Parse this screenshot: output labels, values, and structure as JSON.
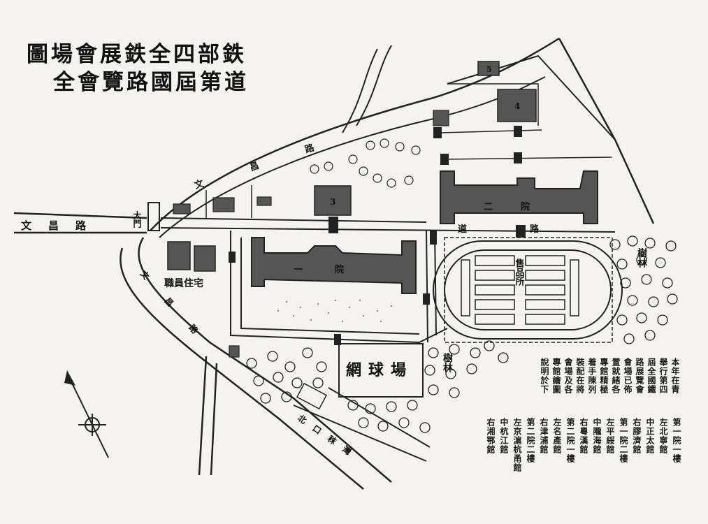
{
  "title": {
    "line1": "圖場會展鉄全四部鉄",
    "line2": "全會覽路國屆第道"
  },
  "labels": {
    "main_gate": "大門",
    "staff_dorm": "職員住宅",
    "tennis_court": "網球場",
    "sales_office": "售品所",
    "grove_right": "樹林",
    "grove_bottom": "樹林",
    "road_top": "文昌路",
    "road_left": "文昌路",
    "road_middle": "道路",
    "road_bottom_left": "文昌路",
    "lane_bottom": "北口秣灣",
    "hall_2": "二院",
    "hall_1": "一院",
    "building_3": "3",
    "building_4": "4",
    "building_5": "5"
  },
  "legend": {
    "intro_columns": [
      "本年在青",
      "舉行第四",
      "屆全國鐵",
      "路展覽會",
      "會場已佈",
      "置就緒各",
      "專館精極",
      "着手陳列",
      "裝配在將",
      "會場及各",
      "專館繪圖",
      "說明於下"
    ],
    "hall_columns": [
      "第一院一樓",
      "左北寧館",
      "中正太館",
      "右膠濟館",
      "第一院二樓",
      "左平綏館",
      "中隴海館",
      "右粵漢館",
      "第二院一樓",
      "左名產館",
      "右津浦館",
      "第二院二樓",
      "左京滬杭甬館",
      "中杭江館",
      "右湘鄂館"
    ]
  },
  "compass": {
    "direction": "north-up-left"
  }
}
